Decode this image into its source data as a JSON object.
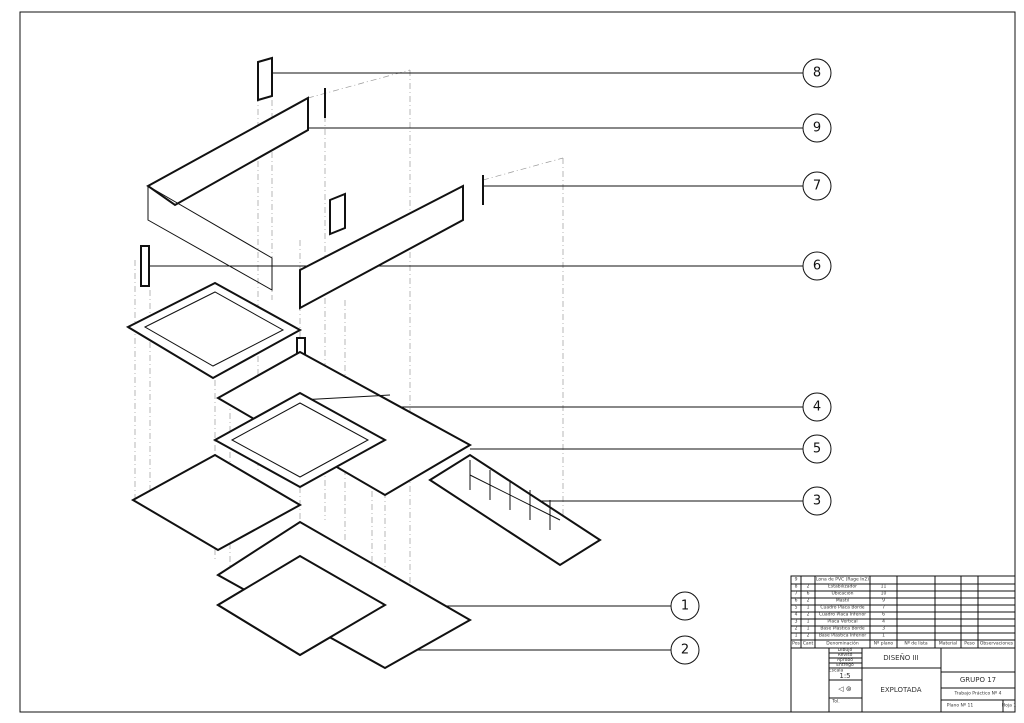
{
  "balloons": [
    "8",
    "9",
    "7",
    "6",
    "4",
    "5",
    "3",
    "1",
    "2"
  ],
  "parts_list": {
    "headers": [
      "Pos",
      "Cant",
      "Denominación",
      "Nº plano",
      "Nº de lista",
      "Material",
      "Peso",
      "Observaciones"
    ],
    "rows": [
      [
        "9",
        "",
        "Lona de PVC (Rage In2)",
        ""
      ],
      [
        "8",
        "2",
        "Estabilizador",
        "11"
      ],
      [
        "7",
        "6",
        "Ubicación",
        "10"
      ],
      [
        "6",
        "2",
        "Mástil",
        "9"
      ],
      [
        "5",
        "1",
        "Cuadro Placa Borde",
        "7"
      ],
      [
        "4",
        "2",
        "Cuadro Placa Inferior",
        "6"
      ],
      [
        "3",
        "1",
        "Placa Vertical",
        "4"
      ],
      [
        "2",
        "1",
        "Base Plástica Borde",
        "3"
      ],
      [
        "1",
        "2",
        "Base Plástica Inferior",
        "1"
      ]
    ]
  },
  "title_block": {
    "roles": [
      "Dibujó",
      "Revisó",
      "Aprobó",
      "Entregó"
    ],
    "course": "DISEÑO III",
    "scale_label": "Escala",
    "scale": "1:5",
    "view": "EXPLOTADA",
    "group": "GRUPO 17",
    "work": "Trabajo Práctico Nº 4",
    "plan": "Plano Nº 11",
    "sheet": "Hoja 1",
    "tol": "Tol."
  }
}
